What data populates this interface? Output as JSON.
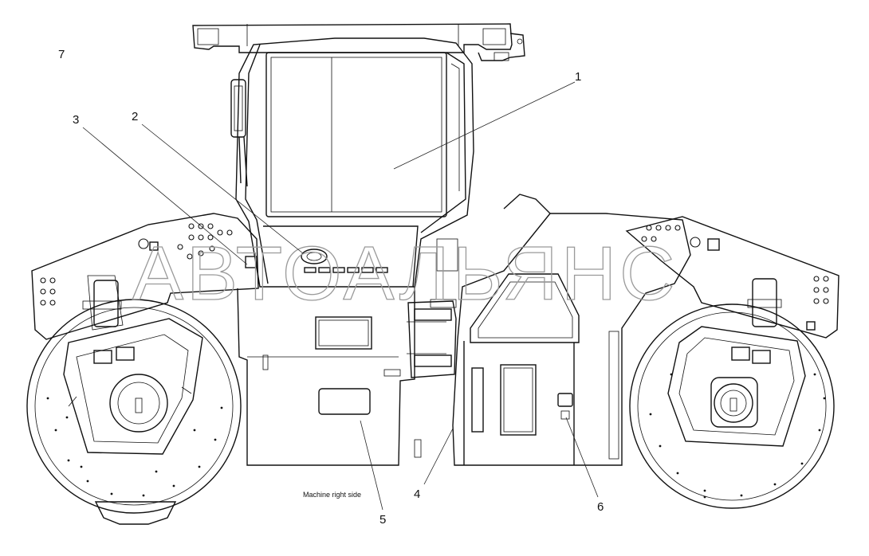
{
  "figure": {
    "view_caption": "Machine right side",
    "watermark": "АВТОАЛЬЯНС",
    "callouts": [
      "1",
      "2",
      "3",
      "4",
      "5",
      "6",
      "7"
    ]
  },
  "colors": {
    "line": "#111111",
    "background": "#ffffff",
    "watermark": "#9a9a9a"
  }
}
